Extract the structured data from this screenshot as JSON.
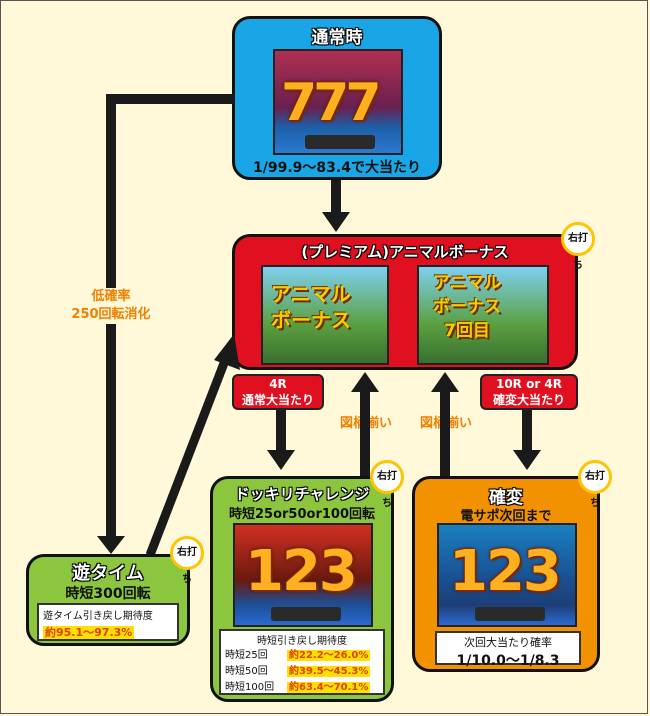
{
  "normal": {
    "title": "通常時",
    "probability": "1/99.9〜83.4で大当たり",
    "reels": "777"
  },
  "bonus": {
    "title": "(プレミアム)アニマルボーナス",
    "badge": "右打ち",
    "image1_text": "アニマル\nボーナス",
    "image2_text": "アニマル\nボーナス\n7回目"
  },
  "labels": {
    "low_prob": "低確率\n250回転消化",
    "four_r": "4R\n通常大当たり",
    "ten_r": "10R or 4R\n確変大当たり",
    "zugara1": "図柄揃い",
    "zugara2": "図柄揃い"
  },
  "yu_time": {
    "title": "遊タイム",
    "subtitle": "時短300回転",
    "badge": "右打ち",
    "info_label": "遊タイム引き戻し期待度",
    "info_value": "約95.1〜97.3%"
  },
  "dokkiri": {
    "title": "ドッキリチャレンジ",
    "subtitle": "時短25or50or100回転",
    "badge": "右打ち",
    "reels": "123",
    "info_label": "時短引き戻し期待度",
    "rows": [
      {
        "label": "時短25回",
        "value": "約22.2〜26.0%"
      },
      {
        "label": "時短50回",
        "value": "約39.5〜45.3%"
      },
      {
        "label": "時短100回",
        "value": "約63.4〜70.1%"
      }
    ]
  },
  "kakuhen": {
    "title": "確変",
    "subtitle": "電サポ次回まで",
    "badge": "右打ち",
    "reels": "123",
    "info_label": "次回大当たり確率",
    "info_value": "1/10.0〜1/8.3"
  },
  "colors": {
    "normal": "#1aa6e6",
    "bonus": "#e01020",
    "yu_time": "#8cc63f",
    "dokkiri": "#8cc63f",
    "kakuhen": "#f39200",
    "arrow": "#1a1a1a",
    "highlight": "#ffe000"
  }
}
